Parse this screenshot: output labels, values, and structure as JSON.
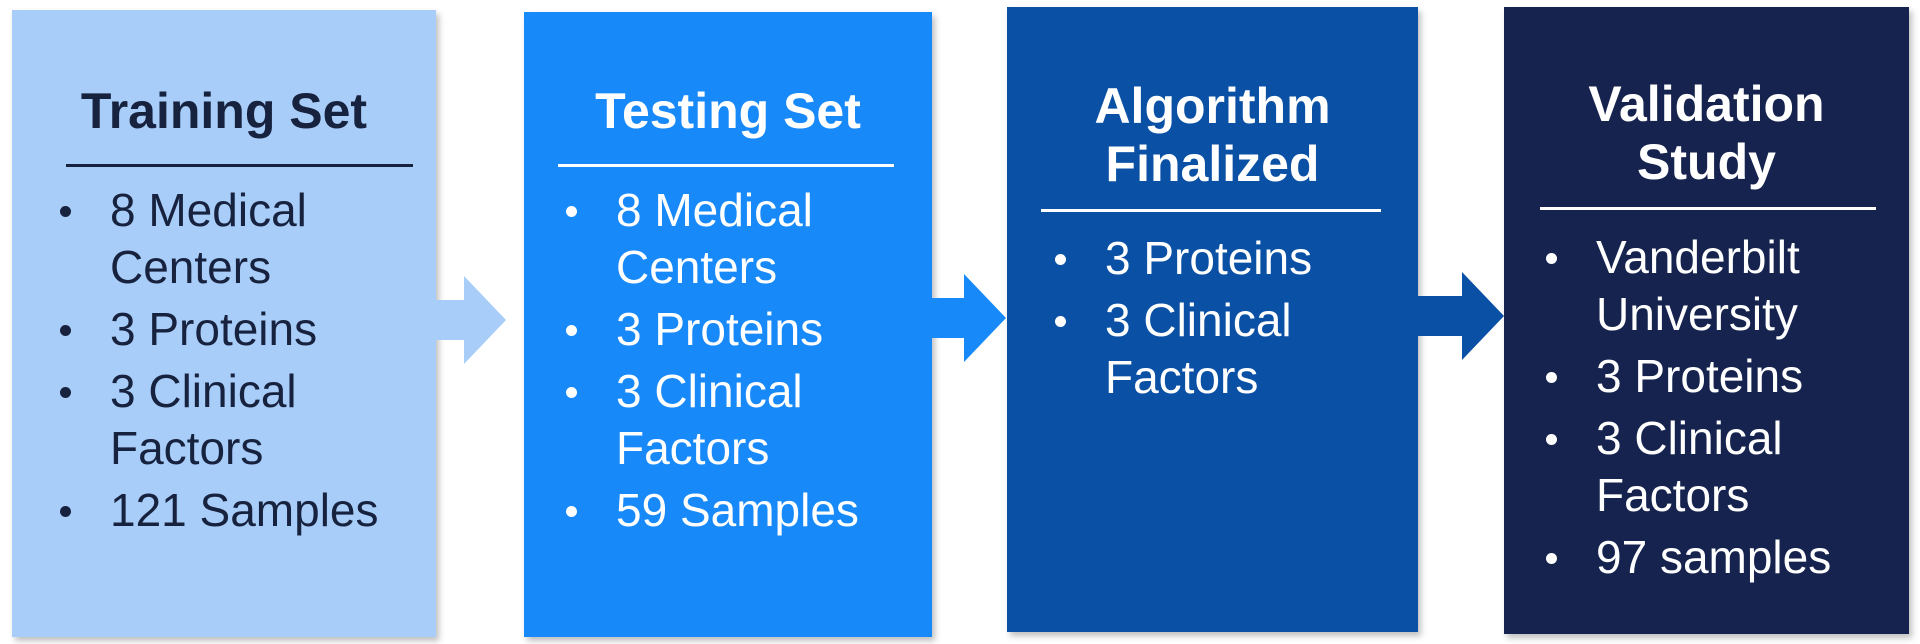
{
  "colors": {
    "box1_bg": "#a9cdf9",
    "box1_text": "#17223f",
    "box2_bg": "#1889f9",
    "box3_bg": "#0a50a5",
    "box4_bg": "#15234e",
    "arrow1": "#a9cdf9",
    "arrow2": "#1889f9",
    "arrow3": "#0a50a5"
  },
  "boxes": [
    {
      "title": "Training Set",
      "items": [
        "8 Medical Centers",
        "3 Proteins",
        "3 Clinical Factors",
        "121 Samples"
      ]
    },
    {
      "title": "Testing Set",
      "items": [
        "8 Medical Centers",
        "3 Proteins",
        "3 Clinical Factors",
        "59 Samples"
      ]
    },
    {
      "title_line1": "Algorithm",
      "title_line2": "Finalized",
      "items": [
        "3 Proteins",
        "3 Clinical Factors"
      ]
    },
    {
      "title_line1": "Validation",
      "title_line2": "Study",
      "items": [
        "Vanderbilt University",
        "3 Proteins",
        "3 Clinical Factors",
        "97 samples"
      ]
    }
  ],
  "arrows": [
    {
      "from": "Training Set",
      "to": "Testing Set"
    },
    {
      "from": "Testing Set",
      "to": "Algorithm Finalized"
    },
    {
      "from": "Algorithm Finalized",
      "to": "Validation Study"
    }
  ]
}
